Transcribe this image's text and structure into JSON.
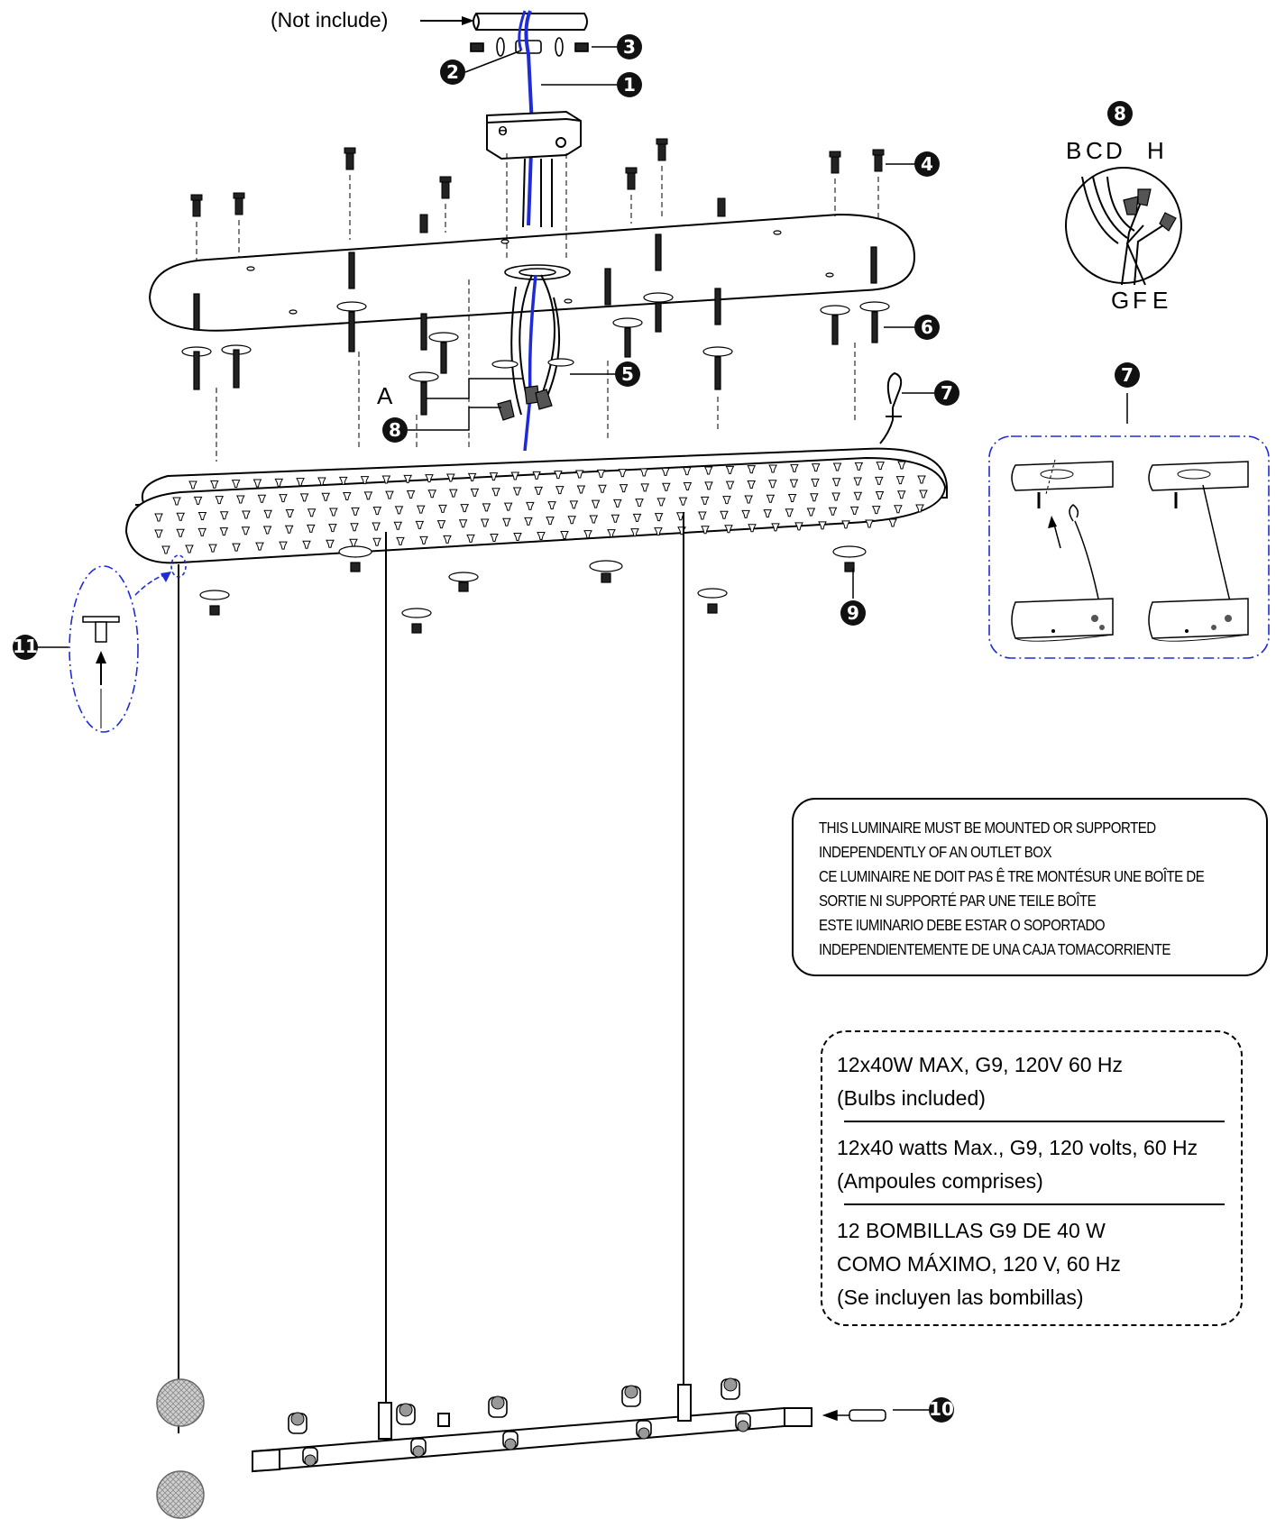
{
  "not_include_label": "(Not include)",
  "part_numbers": [
    "1",
    "2",
    "3",
    "4",
    "5",
    "6",
    "7",
    "8",
    "9",
    "10",
    "11"
  ],
  "wire_letters": [
    "B",
    "C",
    "D",
    "H",
    "G",
    "F",
    "E"
  ],
  "letter_a": "A",
  "detail_8_number": "8",
  "detail_7_number": "7",
  "warning": {
    "lines": [
      "THIS LUMINAIRE MUST BE MOUNTED OR SUPPORTED",
      "INDEPENDENTLY OF AN OUTLET BOX",
      "CE LUMINAIRE NE DOIT PAS Ê TRE MONTÉSUR UNE BOÎTE DE",
      "SORTIE NI SUPPORTÉ PAR UNE TEILE BOÎTE",
      "ESTE IUMINARIO DEBE ESTAR O SOPORTADO",
      "INDEPENDIENTEMENTE DE UNA CAJA TOMACORRIENTE"
    ]
  },
  "specs": {
    "en": [
      "12x40W MAX, G9, 120V 60 Hz",
      "(Bulbs included)"
    ],
    "fr": [
      "12x40 watts Max., G9, 120 volts, 60 Hz",
      "(Ampoules comprises)"
    ],
    "es": [
      "12 BOMBILLAS G9 DE 40 W",
      "COMO MÁXIMO, 120 V, 60 Hz",
      "(Se incluyen las bombillas)"
    ]
  }
}
